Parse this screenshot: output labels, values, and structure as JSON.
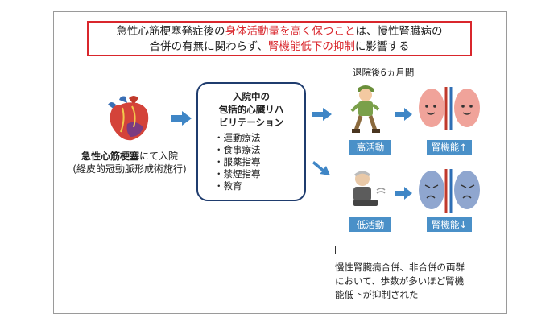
{
  "headline": {
    "line1_pre": "急性心筋梗塞発症後の",
    "line1_hl": "身体活動量を高く保つこと",
    "line1_post": "は、慢性腎臓病の",
    "line2_pre": "合併の有無に関わらず、",
    "line2_hl": "腎機能低下の抑制",
    "line2_post": "に影響する"
  },
  "heart_caption": {
    "bold": "急性心筋梗塞",
    "rest": "にて入院",
    "line2": "(経皮的冠動脈形成術施行)"
  },
  "rehab": {
    "title1": "入院中の",
    "title2": "包括的心臓リハ",
    "title3": "ビリテーション",
    "items": [
      "運動療法",
      "食事療法",
      "服薬指導",
      "禁煙指導",
      "教育"
    ]
  },
  "period": "退院後6ヵ月間",
  "high": {
    "activity": "高活動",
    "kidney": "腎機能↑"
  },
  "low": {
    "activity": "低活動",
    "kidney": "腎機能↓"
  },
  "conclusion": {
    "line1": "慢性腎臓病合併、非合併の両群",
    "line2": "において、歩数が多いほど腎機",
    "line3": "能低下が抑制された"
  },
  "colors": {
    "accent_red": "#d9262c",
    "arrow_blue": "#3f86c6",
    "tag_blue": "#4a90c8",
    "rehab_border": "#1f3c6e"
  }
}
